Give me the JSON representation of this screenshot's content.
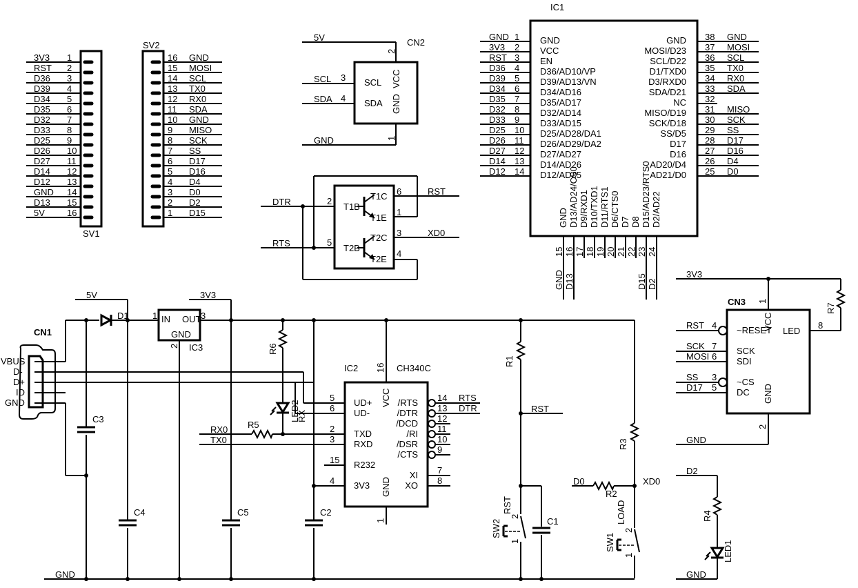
{
  "sv1": {
    "name": "SV1",
    "pins": [
      {
        "num": "1",
        "net": "3V3"
      },
      {
        "num": "2",
        "net": "RST"
      },
      {
        "num": "3",
        "net": "D36"
      },
      {
        "num": "4",
        "net": "D39"
      },
      {
        "num": "5",
        "net": "D34"
      },
      {
        "num": "6",
        "net": "D35"
      },
      {
        "num": "7",
        "net": "D32"
      },
      {
        "num": "8",
        "net": "D33"
      },
      {
        "num": "9",
        "net": "D25"
      },
      {
        "num": "10",
        "net": "D26"
      },
      {
        "num": "11",
        "net": "D27"
      },
      {
        "num": "12",
        "net": "D14"
      },
      {
        "num": "13",
        "net": "D12"
      },
      {
        "num": "14",
        "net": "GND"
      },
      {
        "num": "15",
        "net": "D13"
      },
      {
        "num": "16",
        "net": "5V"
      }
    ]
  },
  "sv2": {
    "name": "SV2",
    "pins": [
      {
        "num": "16",
        "net": "GND"
      },
      {
        "num": "15",
        "net": "MOSI"
      },
      {
        "num": "14",
        "net": "SCL"
      },
      {
        "num": "13",
        "net": "TX0"
      },
      {
        "num": "12",
        "net": "RX0"
      },
      {
        "num": "11",
        "net": "SDA"
      },
      {
        "num": "10",
        "net": "GND"
      },
      {
        "num": "9",
        "net": "MISO"
      },
      {
        "num": "8",
        "net": "SCK"
      },
      {
        "num": "7",
        "net": "SS"
      },
      {
        "num": "6",
        "net": "D17"
      },
      {
        "num": "5",
        "net": "D16"
      },
      {
        "num": "4",
        "net": "D4"
      },
      {
        "num": "3",
        "net": "D0"
      },
      {
        "num": "2",
        "net": "D2"
      },
      {
        "num": "1",
        "net": "D15"
      }
    ]
  },
  "cn2": {
    "name": "CN2",
    "nets": {
      "vcc": "5V",
      "scl": "SCL",
      "sda": "SDA",
      "gnd": "GND"
    },
    "pins": {
      "vcc": "2",
      "scl": "3",
      "sda": "4",
      "gnd": "1"
    },
    "inner": {
      "scl": "SCL",
      "sda": "SDA",
      "vcc": "VCC",
      "gnd": "GND"
    }
  },
  "q": {
    "nets": {
      "dtr": "DTR",
      "rts": "RTS",
      "rst": "RST",
      "xd0": "XD0"
    },
    "pins": {
      "p2": "2",
      "p5": "5",
      "p6": "6",
      "p1": "1",
      "p3": "3",
      "p4": "4"
    },
    "inner": {
      "t1b": "T1B",
      "t1c": "T1C",
      "t1e": "T1E",
      "t2b": "T2B",
      "t2c": "T2C",
      "t2e": "T2E"
    }
  },
  "ic1": {
    "name": "IC1",
    "left": [
      {
        "num": "1",
        "net": "GND",
        "fn": "GND"
      },
      {
        "num": "2",
        "net": "3V3",
        "fn": "VCC"
      },
      {
        "num": "3",
        "net": "RST",
        "fn": "EN"
      },
      {
        "num": "4",
        "net": "D36",
        "fn": "D36/AD10/VP"
      },
      {
        "num": "5",
        "net": "D39",
        "fn": "D39/AD13/VN"
      },
      {
        "num": "6",
        "net": "D34",
        "fn": "D34/AD16"
      },
      {
        "num": "7",
        "net": "D35",
        "fn": "D35/AD17"
      },
      {
        "num": "8",
        "net": "D32",
        "fn": "D32/AD14"
      },
      {
        "num": "9",
        "net": "D33",
        "fn": "D33/AD15"
      },
      {
        "num": "10",
        "net": "D25",
        "fn": "D25/AD28/DA1"
      },
      {
        "num": "11",
        "net": "D26",
        "fn": "D26/AD29/DA2"
      },
      {
        "num": "12",
        "net": "D27",
        "fn": "D27/AD27"
      },
      {
        "num": "13",
        "net": "D14",
        "fn": "D14/AD26"
      },
      {
        "num": "14",
        "net": "D12",
        "fn": "D12/AD25"
      }
    ],
    "right": [
      {
        "num": "38",
        "net": "GND",
        "fn": "GND"
      },
      {
        "num": "37",
        "net": "MOSI",
        "fn": "MOSI/D23"
      },
      {
        "num": "36",
        "net": "SCL",
        "fn": "SCL/D22"
      },
      {
        "num": "35",
        "net": "TX0",
        "fn": "D1/TXD0"
      },
      {
        "num": "34",
        "net": "RX0",
        "fn": "D3/RXD0"
      },
      {
        "num": "33",
        "net": "SDA",
        "fn": "SDA/D21"
      },
      {
        "num": "32",
        "net": "",
        "fn": "NC"
      },
      {
        "num": "31",
        "net": "MISO",
        "fn": "MISO/D19"
      },
      {
        "num": "30",
        "net": "SCK",
        "fn": "SCK/D18"
      },
      {
        "num": "29",
        "net": "SS",
        "fn": "SS/D5"
      },
      {
        "num": "28",
        "net": "D17",
        "fn": "D17"
      },
      {
        "num": "27",
        "net": "D16",
        "fn": "D16"
      },
      {
        "num": "26",
        "net": "D4",
        "fn": "AD20/D4"
      },
      {
        "num": "25",
        "net": "D0",
        "fn": "AD21/D0"
      }
    ],
    "bottom": [
      {
        "num": "15",
        "net": "GND",
        "fn": "GND"
      },
      {
        "num": "16",
        "net": "D13",
        "fn": "D13/AD24/CS0"
      },
      {
        "num": "17",
        "net": "",
        "fn": "D9/RXD1"
      },
      {
        "num": "18",
        "net": "",
        "fn": "D10/TXD1"
      },
      {
        "num": "19",
        "net": "",
        "fn": "D11/RTS1"
      },
      {
        "num": "20",
        "net": "",
        "fn": "D6/CTS0"
      },
      {
        "num": "21",
        "net": "",
        "fn": "D7"
      },
      {
        "num": "22",
        "net": "",
        "fn": "D8"
      },
      {
        "num": "23",
        "net": "D15",
        "fn": "D15/AD23/RTS0"
      },
      {
        "num": "24",
        "net": "D2",
        "fn": "D2/AD22"
      }
    ]
  },
  "power": {
    "cn1": {
      "name": "CN1",
      "pins": [
        "VBUS",
        "D-",
        "D+",
        "ID",
        "GND"
      ]
    },
    "d1": "D1",
    "net5v": "5V",
    "net3v3": "3V3",
    "gnd": "GND",
    "ic3": {
      "name": "IC3",
      "in": "IN",
      "out": "OUT",
      "gnd": "GND",
      "p1": "1",
      "p2": "2",
      "p3": "3"
    },
    "caps": {
      "c3": "C3",
      "c4": "C4",
      "c5": "C5",
      "c2": "C2",
      "c1": "C1"
    }
  },
  "ic2": {
    "name": "IC2",
    "part": "CH340C",
    "vcc_pin": "16",
    "gnd_pin": "1",
    "vcc": "VCC",
    "gnd": "GND",
    "left": [
      {
        "num": "5",
        "fn": "UD+"
      },
      {
        "num": "6",
        "fn": "UD-"
      },
      {
        "num": "2",
        "fn": "TXD"
      },
      {
        "num": "3",
        "fn": "RXD"
      },
      {
        "num": "15",
        "fn": "R232"
      },
      {
        "num": "4",
        "fn": "3V3"
      }
    ],
    "right": [
      {
        "num": "14",
        "fn": "/RTS",
        "net": "RTS"
      },
      {
        "num": "13",
        "fn": "/DTR",
        "net": "DTR"
      },
      {
        "num": "12",
        "fn": "/DCD",
        "net": ""
      },
      {
        "num": "11",
        "fn": "/RI",
        "net": ""
      },
      {
        "num": "10",
        "fn": "/DSR",
        "net": ""
      },
      {
        "num": "9",
        "fn": "/CTS",
        "net": ""
      },
      {
        "num": "7",
        "fn": "XI",
        "net": ""
      },
      {
        "num": "8",
        "fn": "XO",
        "net": ""
      }
    ],
    "rx0": "RX0",
    "tx0": "TX0",
    "r5": "R5",
    "r6": "R6",
    "led2": "LED2",
    "rx": "RX"
  },
  "reset": {
    "r1": "R1",
    "r2": "R2",
    "r3": "R3",
    "rst": "RST",
    "d0": "D0",
    "xd0": "XD0",
    "sw2": "SW2",
    "sw2_label": "RST",
    "sw1": "SW1",
    "sw1_label": "LOAD",
    "p1": "1",
    "p2": "2"
  },
  "cn3": {
    "name": "CN3",
    "net3v3": "3V3",
    "r7": "R7",
    "gnd": "GND",
    "vcc": "VCC",
    "led": "LED",
    "gndfn": "GND",
    "pin_vcc": "1",
    "pin_led": "8",
    "pin_gnd": "2",
    "left": [
      {
        "num": "4",
        "net": "RST",
        "fn": "~RESET"
      },
      {
        "num": "7",
        "net": "SCK",
        "fn": "SCK"
      },
      {
        "num": "6",
        "net": "MOSI",
        "fn": "SDI"
      },
      {
        "num": "3",
        "net": "SS",
        "fn": "~CS"
      },
      {
        "num": "5",
        "net": "D17",
        "fn": "DC"
      }
    ]
  },
  "led1": {
    "d2": "D2",
    "r4": "R4",
    "led": "LED1",
    "gnd": "GND"
  }
}
